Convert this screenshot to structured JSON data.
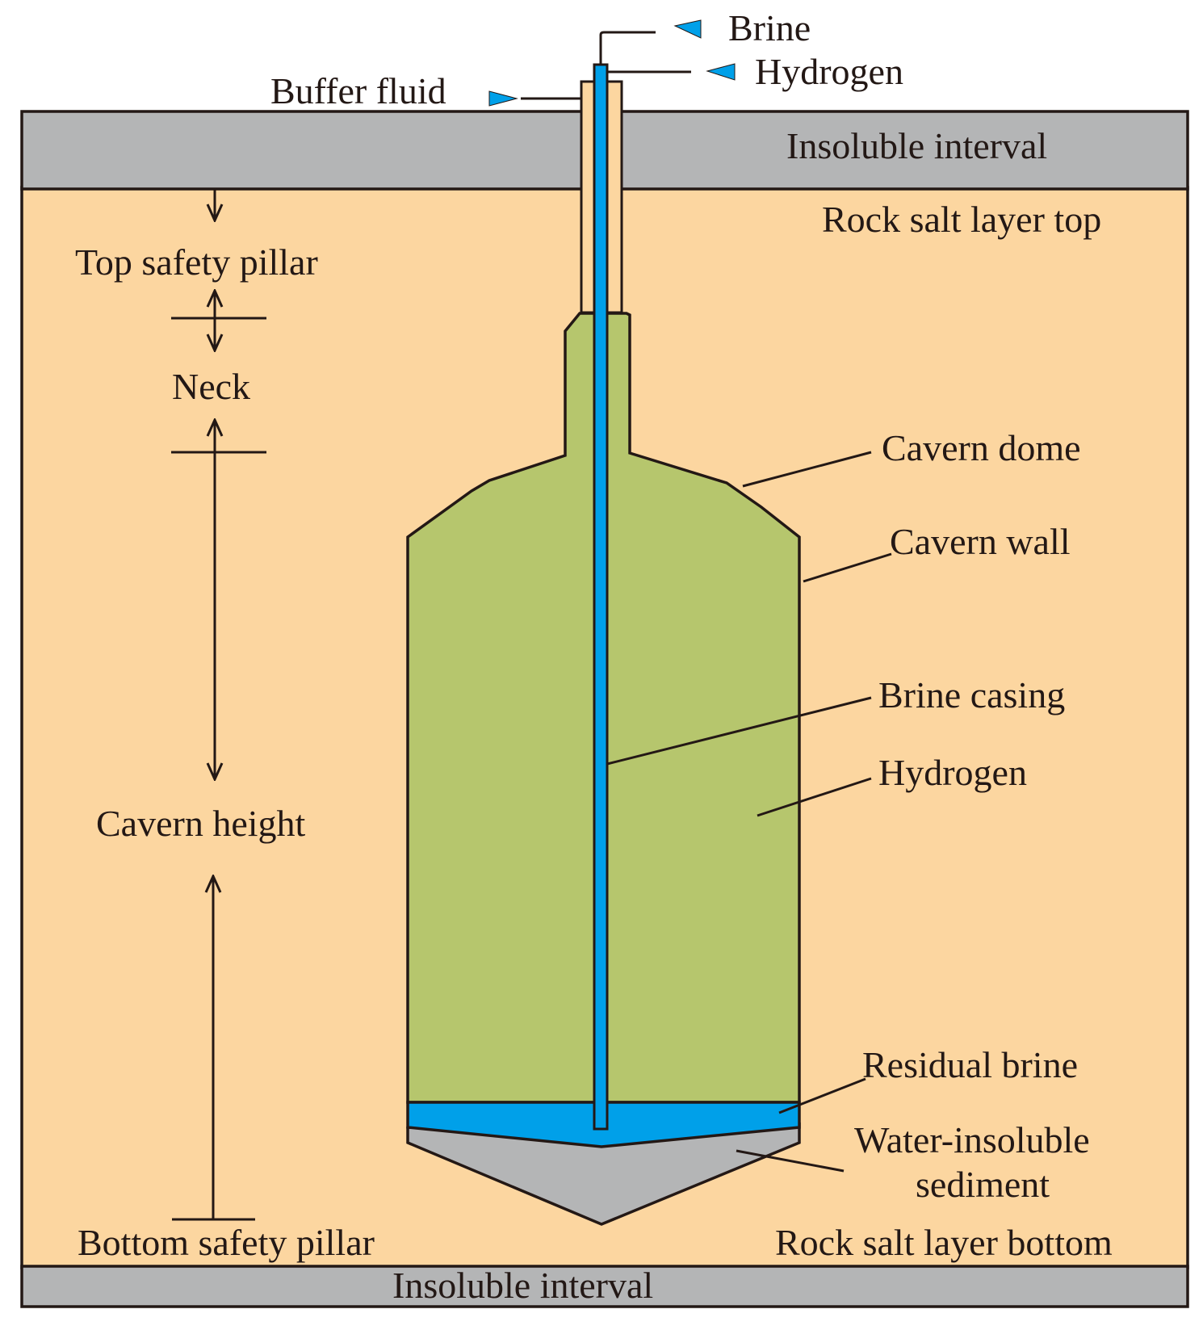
{
  "labels": {
    "brine_in": "Brine",
    "hydrogen_in": "Hydrogen",
    "buffer_fluid": "Buffer fluid",
    "insoluble_top": "Insoluble interval",
    "rock_salt_top": "Rock salt layer top",
    "top_safety_pillar": "Top safety pillar",
    "neck": "Neck",
    "cavern_height": "Cavern height",
    "bottom_safety_pillar": "Bottom safety pillar",
    "cavern_dome": "Cavern dome",
    "cavern_wall": "Cavern wall",
    "brine_casing": "Brine casing",
    "hydrogen_gas": "Hydrogen",
    "residual_brine": "Residual  brine",
    "sediment_line1": "Water-insoluble",
    "sediment_line2": "sediment",
    "rock_salt_bottom": "Rock salt layer bottom",
    "insoluble_bottom": "Insoluble interval"
  },
  "colors": {
    "salt": "#fcd6a0",
    "insoluble": "#b4b5b6",
    "hydrogen": "#b6c66d",
    "brine": "#00a0e9",
    "buffer": "#fcd6a0",
    "outline": "#231815"
  }
}
